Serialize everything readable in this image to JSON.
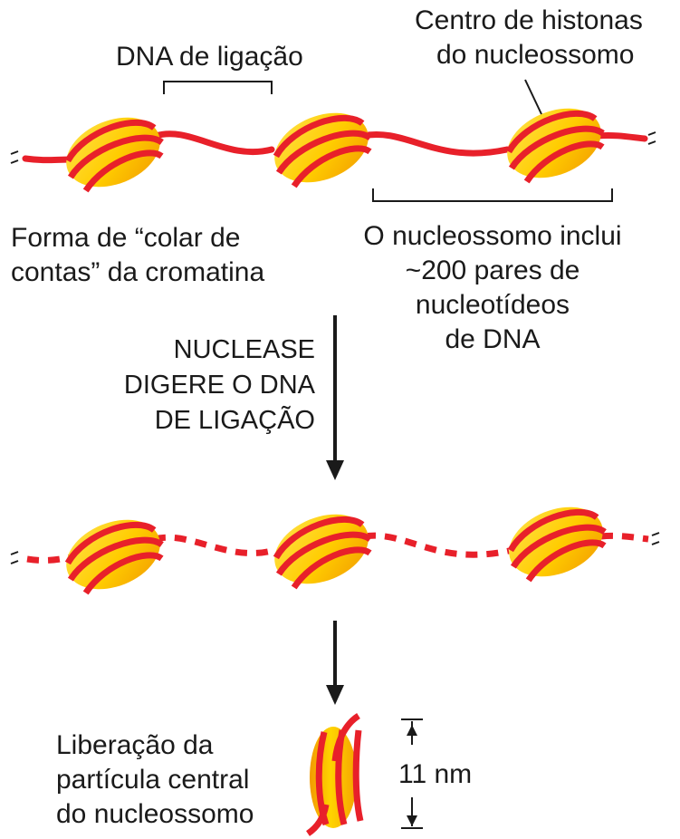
{
  "labels": {
    "linker_dna": "DNA de ligação",
    "histone_core": [
      "Centro de histonas",
      "do nucleossomo"
    ],
    "beads_form": [
      "Forma de “colar de",
      "contas” da cromatina"
    ],
    "nucleosome_includes": [
      "O nucleossomo inclui",
      "~200 pares de",
      "nucleotídeos",
      "de DNA"
    ],
    "nuclease_step": [
      "NUCLEASE",
      "DIGERE O DNA",
      "DE LIGAÇÃO"
    ],
    "release": [
      "Liberação da",
      "partícula central",
      "do nucleossomo"
    ],
    "size": "11 nm"
  },
  "colors": {
    "dna": "#e8202a",
    "histone_light": "#ffd400",
    "histone_dark": "#f5a300",
    "text": "#1a1a1a"
  }
}
